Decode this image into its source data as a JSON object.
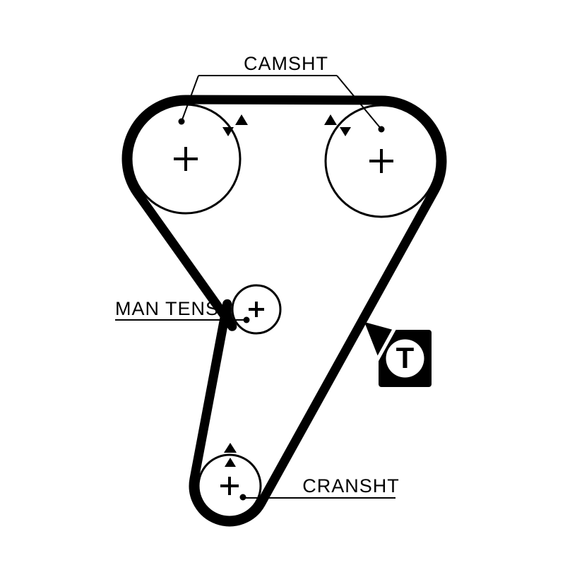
{
  "diagram": {
    "type": "timing-belt-routing-diagram",
    "colors": {
      "ink": "#000000",
      "background": "#ffffff",
      "badge_background": "#000000",
      "badge_circle": "#ffffff"
    },
    "labels": {
      "camshaft": "CAMSHT",
      "manual_tensioner": "MAN TENS",
      "crankshaft": "CRANSHT",
      "tensioner_badge": "T"
    },
    "icons": {
      "timing_mark_up": "▲",
      "timing_mark_down": "▼"
    }
  }
}
